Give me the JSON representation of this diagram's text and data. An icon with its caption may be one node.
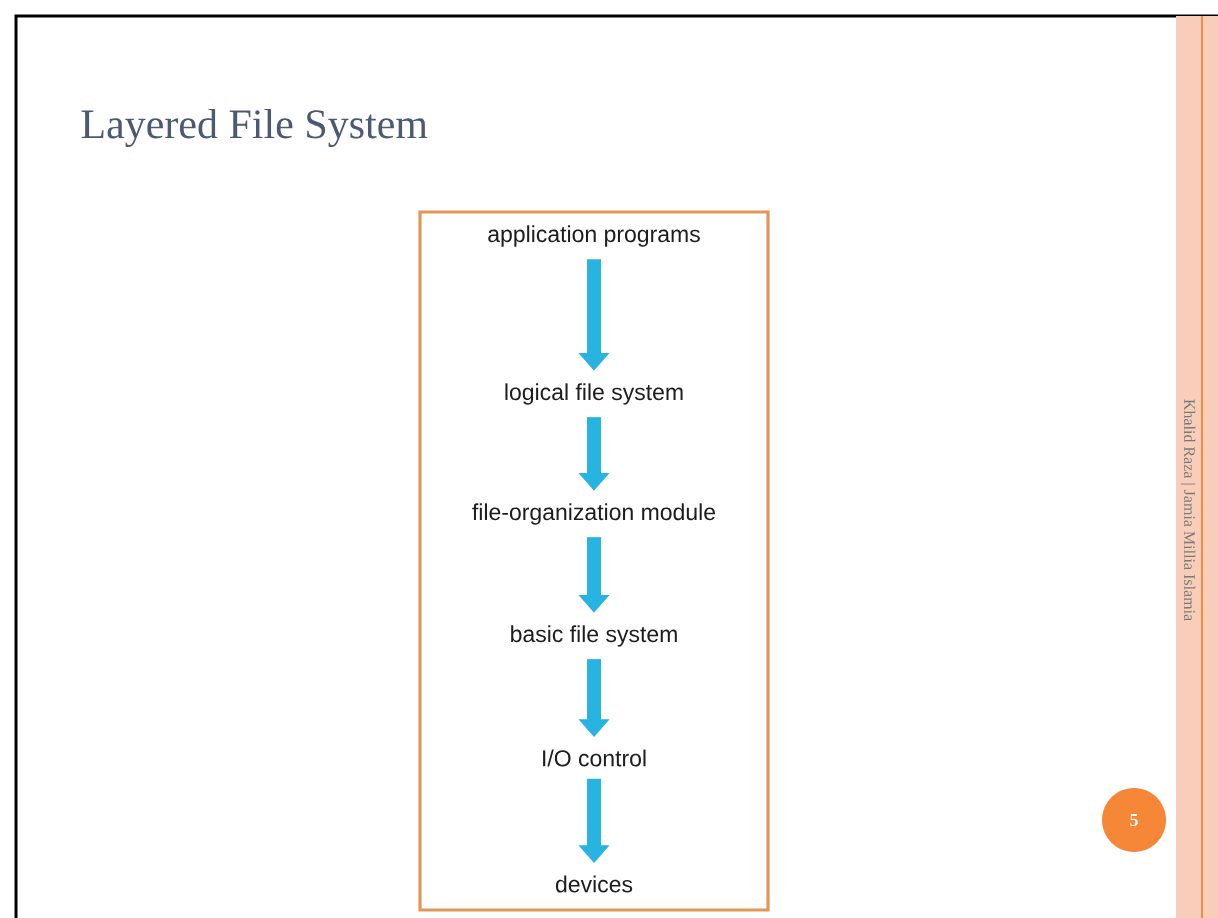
{
  "diagram": {
    "title": "Layered File System",
    "nodes": [
      {
        "text": [
          "application programs"
        ]
      },
      {
        "text": [
          "logical file system"
        ]
      },
      {
        "text": [
          "file-organization module"
        ]
      },
      {
        "text": [
          "basic file system"
        ]
      },
      {
        "text": [
          "I/O control"
        ]
      },
      {
        "text": [
          "devices"
        ]
      }
    ],
    "edges": [
      {
        "from": 0,
        "to": 1,
        "arrow": "to"
      },
      {
        "from": 1,
        "to": 2,
        "arrow": "to"
      },
      {
        "from": 2,
        "to": 3,
        "arrow": "to"
      },
      {
        "from": 3,
        "to": 4,
        "arrow": "to"
      },
      {
        "from": 4,
        "to": 5,
        "arrow": "to"
      }
    ],
    "labels": [
      "Khalid Raza | Jamia Millia Islamia",
      "5"
    ]
  }
}
